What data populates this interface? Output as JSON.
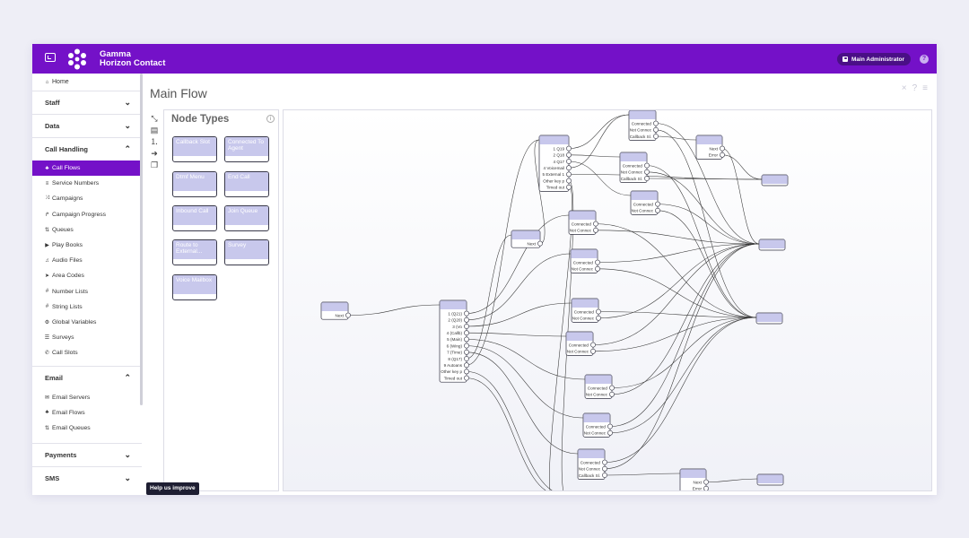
{
  "header": {
    "brand_line1": "Gamma",
    "brand_line2": "Horizon Contact",
    "user_label": "Main Administrator",
    "help_glyph": "?",
    "color": "#7411c8"
  },
  "sidebar": {
    "home": "Home",
    "staff": "Staff",
    "data": "Data",
    "call_handling": "Call Handling",
    "call_items": [
      {
        "label": "Call Flows",
        "icon": "hierarchy-icon",
        "glyph": "♣"
      },
      {
        "label": "Service Numbers",
        "icon": "list-icon",
        "glyph": "≡"
      },
      {
        "label": "Campaigns",
        "icon": "shuffle-icon",
        "glyph": "⤨"
      },
      {
        "label": "Campaign Progress",
        "icon": "forward-icon",
        "glyph": "↱"
      },
      {
        "label": "Queues",
        "icon": "sort-icon",
        "glyph": "⇅"
      },
      {
        "label": "Play Books",
        "icon": "play-icon",
        "glyph": "▶"
      },
      {
        "label": "Audio Files",
        "icon": "audio-file-icon",
        "glyph": "♫"
      },
      {
        "label": "Area Codes",
        "icon": "location-arrow-icon",
        "glyph": "➤"
      },
      {
        "label": "Number Lists",
        "icon": "hash-icon",
        "glyph": "#"
      },
      {
        "label": "String Lists",
        "icon": "hash-icon",
        "glyph": "#"
      },
      {
        "label": "Global Variables",
        "icon": "gear-icon",
        "glyph": "⚙"
      },
      {
        "label": "Surveys",
        "icon": "list-icon",
        "glyph": "☰"
      },
      {
        "label": "Call Slots",
        "icon": "phone-icon",
        "glyph": "✆"
      }
    ],
    "email": "Email",
    "email_items": [
      {
        "label": "Email Servers",
        "icon": "envelope-icon",
        "glyph": "✉"
      },
      {
        "label": "Email Flows",
        "icon": "hierarchy-icon",
        "glyph": "♣"
      },
      {
        "label": "Email Queues",
        "icon": "sort-icon",
        "glyph": "⇅"
      }
    ],
    "payments": "Payments",
    "sms": "SMS"
  },
  "main": {
    "title": "Main Flow",
    "close_glyph": "×",
    "help_glyph": "?",
    "menu_glyph": "≡"
  },
  "node_types": {
    "title": "Node Types",
    "info_glyph": "i",
    "items": [
      "Callback Slot",
      "Connected To Agent",
      "Dtmf Menu",
      "End Call",
      "Inbound Call",
      "Join Queue",
      "Route to External...",
      "Survey",
      "Voice Mailbox"
    ]
  },
  "flow": {
    "start": {
      "ports": [
        "Next"
      ]
    },
    "menu": {
      "ports": [
        "1 (Q21)",
        "2 (Q20)",
        "3 (Vo",
        "4 (Callb)",
        "5 (Main)",
        "6 (Wing)",
        "7 (Time)",
        "8 (Q17)",
        "9 Autoans",
        "Other key p",
        "Timed out"
      ]
    },
    "top_menu": {
      "ports": [
        "1 Q19",
        "2 Q18",
        "4 Q17",
        "4 Voicemail",
        "5 External 1",
        "Other key p",
        "Timed out"
      ]
    },
    "join_ports": [
      "Connected",
      "Not Connec"
    ],
    "join3_ports": [
      "Connected",
      "Not Connec",
      "Callback Sl."
    ],
    "next_port": [
      "Next"
    ],
    "route_ports": [
      "Next",
      "Error"
    ]
  },
  "help_tip": "Help us improve"
}
